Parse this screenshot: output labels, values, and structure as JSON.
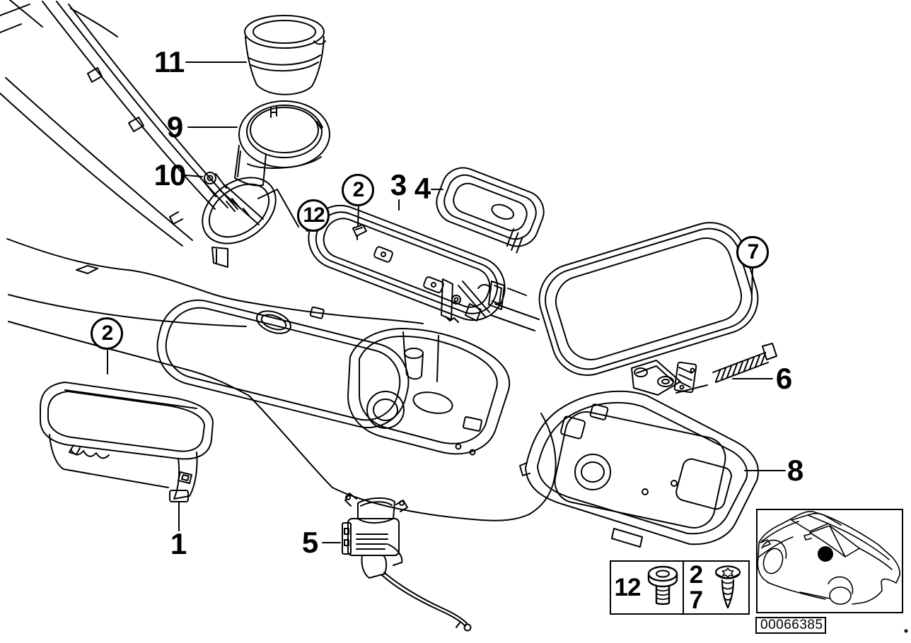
{
  "diagram": {
    "image_number": "00066385",
    "line_color": "#000000",
    "background_color": "#ffffff"
  },
  "callouts": [
    {
      "ref": "11",
      "style": "plain"
    },
    {
      "ref": "9",
      "style": "plain"
    },
    {
      "ref": "10",
      "style": "plain"
    },
    {
      "ref": "12",
      "style": "circled"
    },
    {
      "ref": "2",
      "style": "circled"
    },
    {
      "ref": "3",
      "style": "plain"
    },
    {
      "ref": "4",
      "style": "plain"
    },
    {
      "ref": "7",
      "style": "circled"
    },
    {
      "ref": "6",
      "style": "plain"
    },
    {
      "ref": "8",
      "style": "plain"
    },
    {
      "ref": "2",
      "style": "circled"
    },
    {
      "ref": "1",
      "style": "plain"
    },
    {
      "ref": "5",
      "style": "plain"
    }
  ],
  "legend": {
    "cells": [
      {
        "refs": [
          "12"
        ],
        "fastener": "socket-head-screw"
      },
      {
        "refs": [
          "2",
          "7"
        ],
        "fastener": "self-tapping-screw"
      }
    ]
  },
  "car_inset": {
    "marker": "console-location-dot",
    "marker_color": "#000000"
  }
}
